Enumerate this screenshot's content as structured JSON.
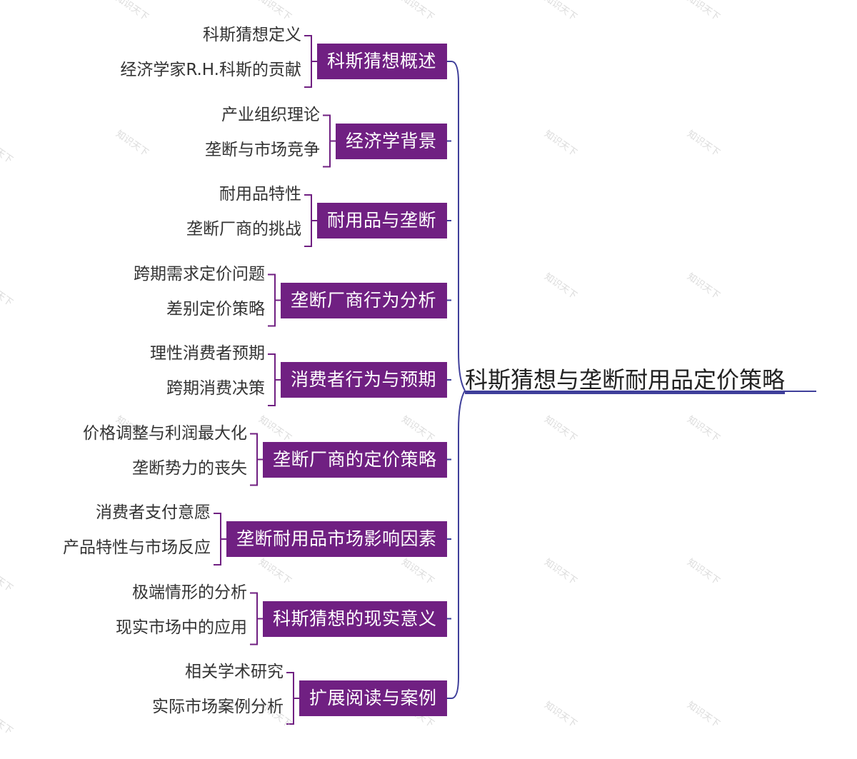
{
  "root": {
    "title": "科斯猜想与垄断耐用品定价策略"
  },
  "watermark": "知识天下",
  "colors": {
    "branch_fill": "#702082",
    "connector": "#3f3f9a",
    "bracket": "#702082"
  },
  "branches": [
    {
      "label": "科斯猜想概述",
      "leaves": [
        "科斯猜想定义",
        "经济学家R.H.科斯的贡献"
      ]
    },
    {
      "label": "经济学背景",
      "leaves": [
        "产业组织理论",
        "垄断与市场竞争"
      ]
    },
    {
      "label": "耐用品与垄断",
      "leaves": [
        "耐用品特性",
        "垄断厂商的挑战"
      ]
    },
    {
      "label": "垄断厂商行为分析",
      "leaves": [
        "跨期需求定价问题",
        "差别定价策略"
      ]
    },
    {
      "label": "消费者行为与预期",
      "leaves": [
        "理性消费者预期",
        "跨期消费决策"
      ]
    },
    {
      "label": "垄断厂商的定价策略",
      "leaves": [
        "价格调整与利润最大化",
        "垄断势力的丧失"
      ]
    },
    {
      "label": "垄断耐用品市场影响因素",
      "leaves": [
        "消费者支付意愿",
        "产品特性与市场反应"
      ]
    },
    {
      "label": "科斯猜想的现实意义",
      "leaves": [
        "极端情形的分析",
        "现实市场中的应用"
      ]
    },
    {
      "label": "扩展阅读与案例",
      "leaves": [
        "相关学术研究",
        "实际市场案例分析"
      ]
    }
  ]
}
